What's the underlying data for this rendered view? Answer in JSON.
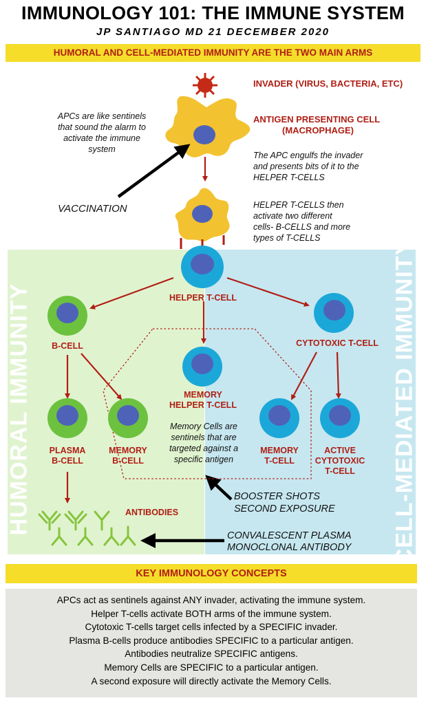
{
  "header": {
    "title": "IMMUNOLOGY 101: THE IMMUNE SYSTEM",
    "subtitle": "JP SANTIAGO MD 21 DECEMBER 2020",
    "banner": "HUMORAL AND CELL-MEDIATED IMMUNITY ARE THE TWO MAIN ARMS"
  },
  "arms": {
    "humoral": "HUMORAL IMMUNITY",
    "cell_mediated": "CELL-MEDIATED IMMUNITY"
  },
  "labels": {
    "invader": "INVADER (VIRUS, BACTERIA, ETC)",
    "apc_line1": "ANTIGEN PRESENTING CELL",
    "apc_line2": "(MACROPHAGE)",
    "helper_t": "HELPER T-CELL",
    "b_cell": "B-CELL",
    "cytotoxic_t": "CYTOTOXIC T-CELL",
    "memory_helper_line1": "MEMORY",
    "memory_helper_line2": "HELPER T-CELL",
    "plasma_line1": "PLASMA",
    "plasma_line2": "B-CELL",
    "memory_b_line1": "MEMORY",
    "memory_b_line2": "B-CELL",
    "memory_t_line1": "MEMORY",
    "memory_t_line2": "T-CELL",
    "active_line1": "ACTIVE",
    "active_line2": "CYTOTOXIC",
    "active_line3": "T-CELL",
    "antibodies": "ANTIBODIES"
  },
  "notes": {
    "apc_sentinels": [
      "APCs are like sentinels",
      "that sound the alarm to",
      "activate the immune",
      "system"
    ],
    "apc_engulfs": [
      "The APC engulfs the invader",
      "and presents bits of it to the",
      "HELPER T-CELLS"
    ],
    "helper_activate": [
      "HELPER T-CELLS then",
      "activate two different",
      "cells- B-CELLS and more",
      "types of T-CELLS"
    ],
    "memory_cells": [
      "Memory Cells are",
      "sentinels that are",
      "targeted against a",
      "specific antigen"
    ],
    "vaccination": "VACCINATION",
    "booster_line1": "BOOSTER SHOTS",
    "booster_line2": "SECOND EXPOSURE",
    "plasma_line1": "CONVALESCENT PLASMA",
    "plasma_line2": "MONOCLONAL ANTIBODY"
  },
  "key_concepts": {
    "title": "KEY IMMUNOLOGY CONCEPTS",
    "items": [
      "APCs act as sentinels against ANY invader, activating the immune system.",
      "Helper T-cells activate BOTH arms of the immune system.",
      "Cytotoxic T-cells target cells infected by a SPECIFIC invader.",
      "Plasma B-cells produce antibodies SPECIFIC to a particular antigen.",
      "Antibodies neutralize SPECIFIC antigens.",
      "Memory Cells are SPECIFIC to a particular antigen.",
      "A second exposure will directly activate the Memory Cells."
    ]
  },
  "colors": {
    "accent_red": "#b01e14",
    "banner_yellow": "#f5dd2a",
    "humoral_bg": "#e0f3cf",
    "cell_mediated_bg": "#c6e7f0",
    "t_cell_blue": "#1ba8d9",
    "b_cell_green": "#6cc23f",
    "nucleus": "#4e63b8",
    "macrophage": "#f2c230",
    "antibody_green": "#86c43d"
  }
}
